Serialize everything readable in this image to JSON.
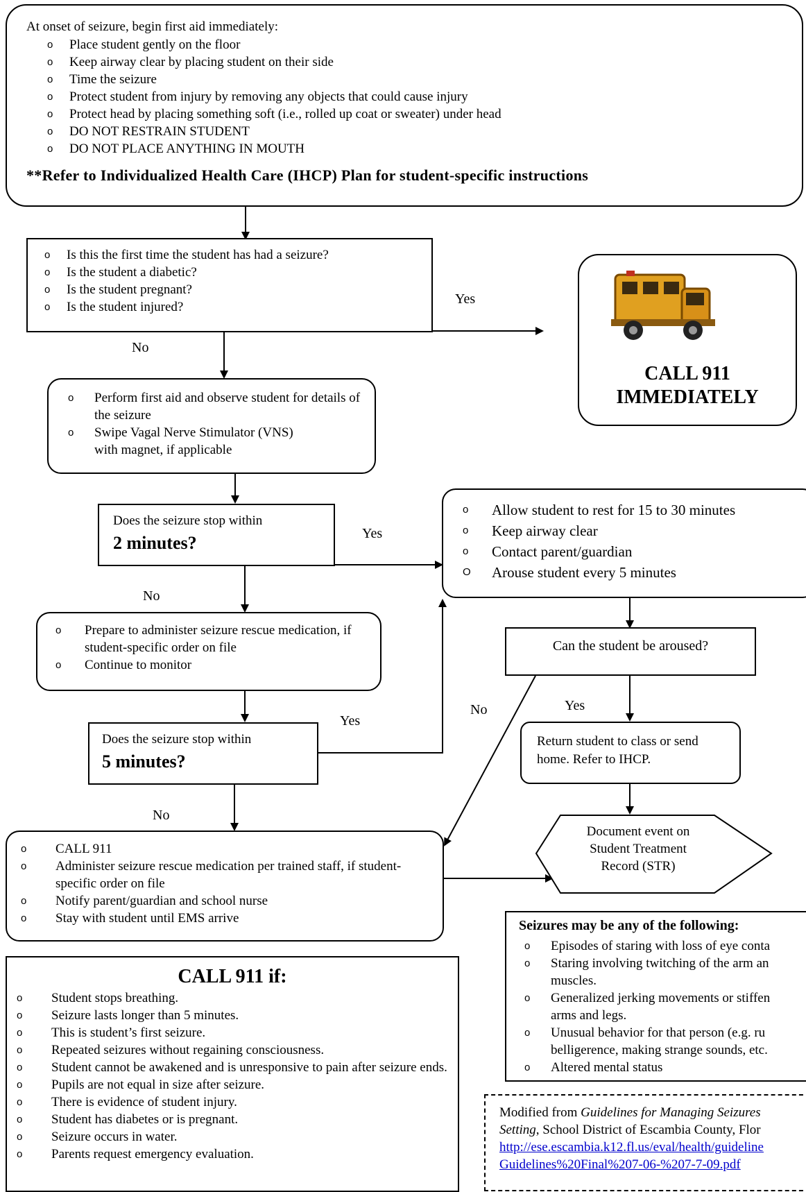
{
  "top_box": {
    "intro": "At onset of seizure, begin first aid immediately:",
    "items": [
      "Place student gently on the floor",
      "Keep airway clear by placing student on their side",
      "Time the seizure",
      "Protect  student from injury by removing any objects that could cause injury",
      "Protect head by placing something soft (i.e., rolled up coat or sweater) under head",
      "DO NOT RESTRAIN STUDENT",
      "DO NOT PLACE ANYTHING IN MOUTH"
    ],
    "refer": "**Refer to Individualized Health Care (IHCP) Plan for student-specific instructions"
  },
  "questions_box": {
    "items": [
      "Is this the first time the student has had a seizure?",
      "Is the student a diabetic?",
      "Is the student pregnant?",
      "Is the student injured?"
    ]
  },
  "call911_box": {
    "line1": "CALL 911",
    "line2": "IMMEDIATELY"
  },
  "first_aid_box": {
    "items": [
      "Perform first aid and observe student for details of the seizure",
      "Swipe Vagal Nerve Stimulator (VNS) with magnet, if applicable"
    ]
  },
  "two_min_box": {
    "line1": "Does the seizure stop within",
    "line2": "2 minutes?"
  },
  "rest_box": {
    "items": [
      "Allow student to rest for 15 to 30 minutes",
      "Keep airway clear",
      "Contact parent/guardian",
      "Arouse student every 5 minutes"
    ]
  },
  "prepare_box": {
    "items": [
      "Prepare to administer seizure rescue medication, if student-specific order on file",
      "Continue to monitor"
    ]
  },
  "aroused_box": {
    "text": "Can the student be aroused?"
  },
  "five_min_box": {
    "line1": "Does the seizure stop within",
    "line2": "5 minutes?"
  },
  "return_box": {
    "text": "Return student to class or send home. Refer to IHCP."
  },
  "call_actions_box": {
    "items": [
      "CALL 911",
      "Administer seizure rescue medication per trained staff, if student-specific order on file",
      "Notify parent/guardian and school nurse",
      "Stay with student until EMS arrive"
    ]
  },
  "document_box": {
    "text": "Document event on Student Treatment Record (STR)"
  },
  "call911_if_box": {
    "title": "CALL 911 if:",
    "items": [
      "Student stops breathing.",
      "Seizure lasts longer than 5 minutes.",
      "This is student’s first seizure.",
      "Repeated seizures without regaining consciousness.",
      "Student cannot be awakened and is unresponsive to pain after seizure ends.",
      "Pupils are not equal in size after seizure.",
      "There is evidence of student injury.",
      "Student has diabetes or is pregnant.",
      "Seizure occurs in water.",
      "Parents request emergency evaluation."
    ]
  },
  "seizure_types_box": {
    "title": "Seizures may be any of the following:",
    "items": [
      "Episodes of staring with loss of eye conta",
      "Staring involving twitching of the arm an",
      "muscles.",
      "Generalized jerking movements or stiffen",
      "arms and legs.",
      "Unusual behavior for that person (e.g. ru",
      "belligerence, making strange sounds, etc.",
      "Altered mental status"
    ]
  },
  "source_box": {
    "line1_prefix": "Modified from ",
    "line1_italic": "Guidelines for Managing Seizures",
    "line2_italic": "Setting",
    "line2_rest": ", School District of Escambia County, Flor",
    "url_line1": "http://ese.escambia.k12.fl.us/eval/health/guideline",
    "url_line2": "Guidelines%20Final%207-06-%207-7-09.pdf"
  },
  "labels": {
    "yes": "Yes",
    "no": "No",
    "bullet": "o",
    "bullet_caps": "O"
  }
}
